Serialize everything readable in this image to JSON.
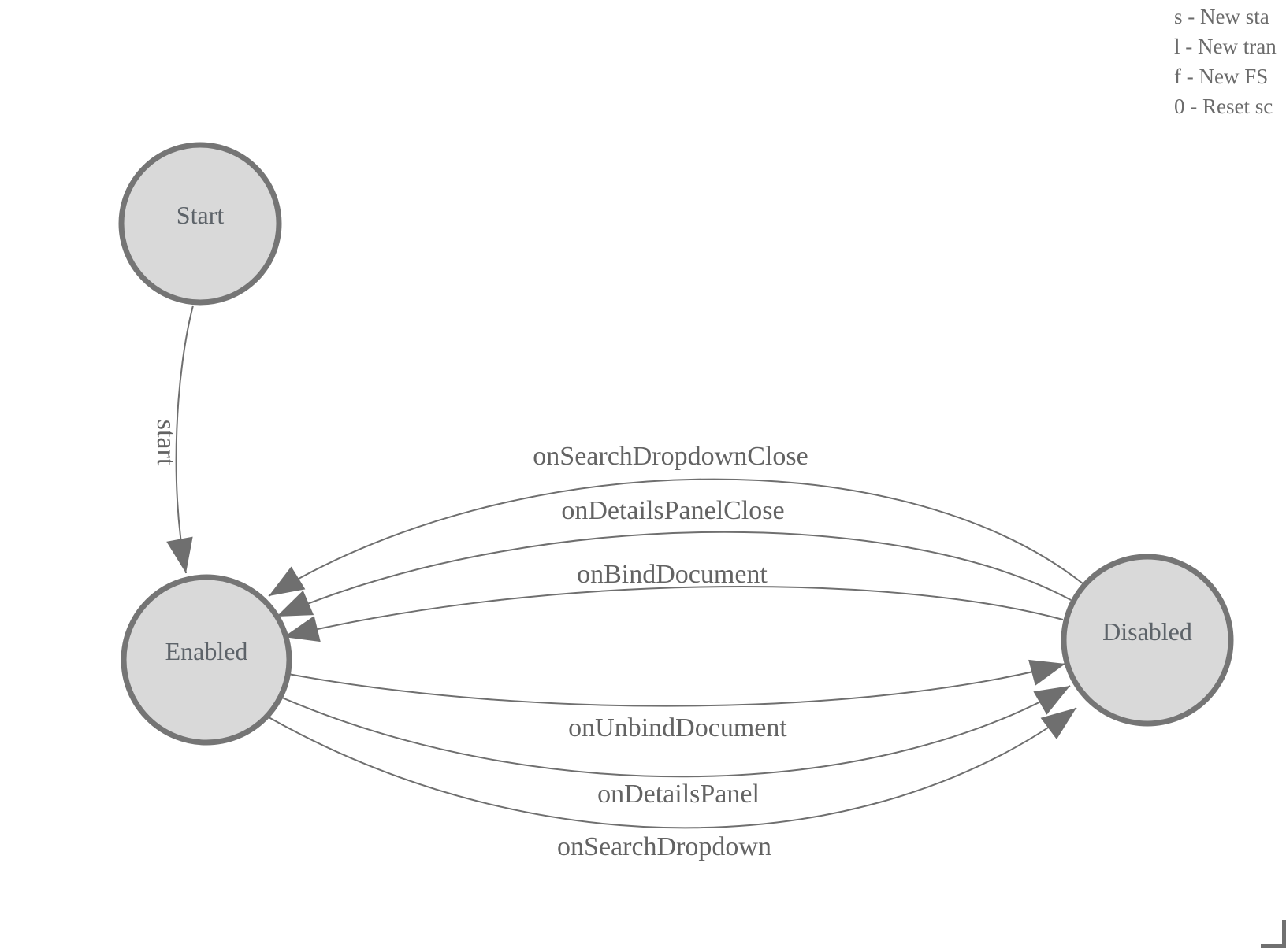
{
  "colors": {
    "background": "#ffffff",
    "state_fill": "#d9d9d9",
    "state_stroke": "#757575",
    "edge_stroke": "#6f6f6f",
    "arrowhead_fill": "#6f6f6f",
    "state_label_text": "#5d6369",
    "edge_label_text": "#636363",
    "legend_text": "#6b6b6b"
  },
  "legend": {
    "lines": [
      "s - New sta",
      "l - New tran",
      "f - New FS",
      "0 - Reset sc"
    ]
  },
  "diagram": {
    "type": "finite-state-machine",
    "states": [
      {
        "id": "start",
        "label": "Start"
      },
      {
        "id": "enabled",
        "label": "Enabled"
      },
      {
        "id": "disabled",
        "label": "Disabled"
      }
    ],
    "transitions": [
      {
        "from": "Start",
        "to": "Enabled",
        "label": "start"
      },
      {
        "from": "Disabled",
        "to": "Enabled",
        "label": "onSearchDropdownClose"
      },
      {
        "from": "Disabled",
        "to": "Enabled",
        "label": "onDetailsPanelClose"
      },
      {
        "from": "Disabled",
        "to": "Enabled",
        "label": "onBindDocument"
      },
      {
        "from": "Enabled",
        "to": "Disabled",
        "label": "onUnbindDocument"
      },
      {
        "from": "Enabled",
        "to": "Disabled",
        "label": "onDetailsPanel"
      },
      {
        "from": "Enabled",
        "to": "Disabled",
        "label": "onSearchDropdown"
      }
    ]
  }
}
